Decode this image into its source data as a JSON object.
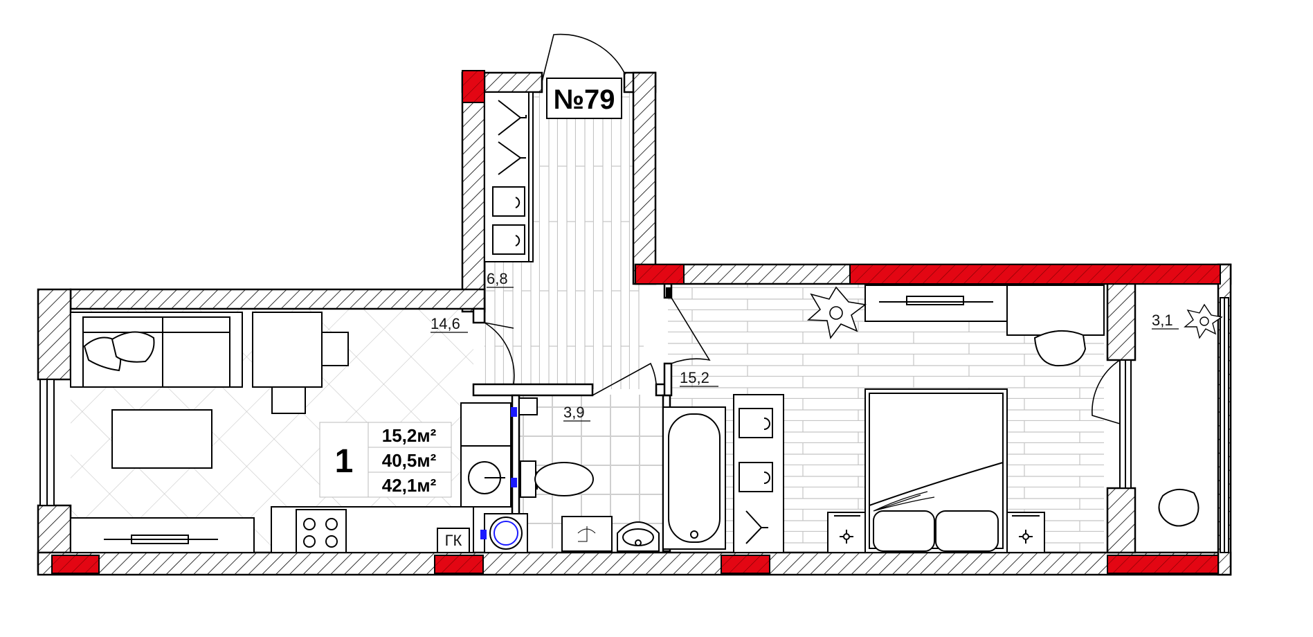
{
  "apartment": {
    "number_label": "№79",
    "rooms_count": "1",
    "living_area": "15,2м²",
    "total_area": "40,5м²",
    "total_area_with_balcony": "42,1м²"
  },
  "room_areas": {
    "kitchen_living": "14,6",
    "hallway": "6,8",
    "bathroom": "3,9",
    "bedroom": "15,2",
    "balcony": "3,1"
  },
  "markers": {
    "gas_boiler": "ГК"
  },
  "colors": {
    "wall_outline": "#000000",
    "load_bearing_wall": "#e30613",
    "riser": "#1a1aff",
    "floor_line": "#bdbdbd"
  }
}
